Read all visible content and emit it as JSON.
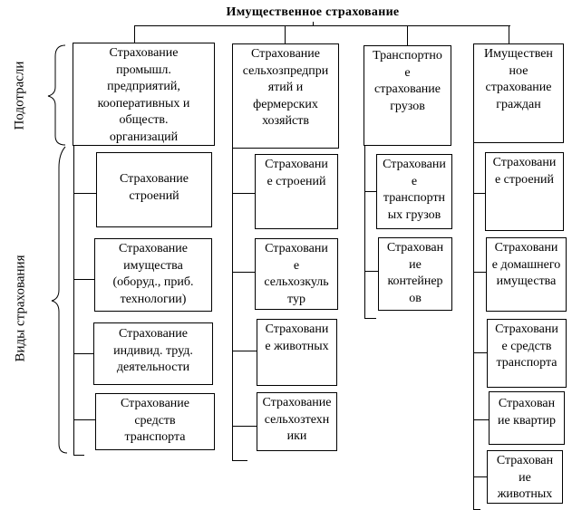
{
  "title": "Имущественное страхование",
  "side_labels": {
    "subsectors": "Подотрасли",
    "types": "Виды страхования"
  },
  "columns": [
    {
      "header": "Страхование\nпромышл.\nпредприятий,\nкооперативных и\nобществ.\nорганизаций",
      "items": [
        "Страхование\nстроений",
        "Страхование\nимущества\n(оборуд., приб.\nтехнологии)",
        "Страхование\nиндивид. труд.\nдеятельности",
        "Страхование\nсредств\nтранспорта"
      ]
    },
    {
      "header": "Страхование\nсельхозпредпри\nятий и\nфермерских\nхозяйств",
      "items": [
        "Страховани\nе строений",
        "Страховани\nе\nсельхозкуль\nтур",
        "Страховани\nе животных",
        "Страхование\nсельхозтехн\nики"
      ]
    },
    {
      "header": "Транспортно\nе\nстрахование\nгрузов",
      "items": [
        "Страховани\nе\nтранспортн\nых грузов",
        "Страхован\nие\nконтейнер\nов"
      ]
    },
    {
      "header": "Имуществен\nное\nстрахование\nграждан",
      "items": [
        "Страховани\nе строений",
        "Страховани\nе домашнего\nимущества",
        "Страховани\nе средств\nтранспорта",
        "Страхован\nие квартир",
        "Страхован\nие\nживотных"
      ]
    }
  ]
}
